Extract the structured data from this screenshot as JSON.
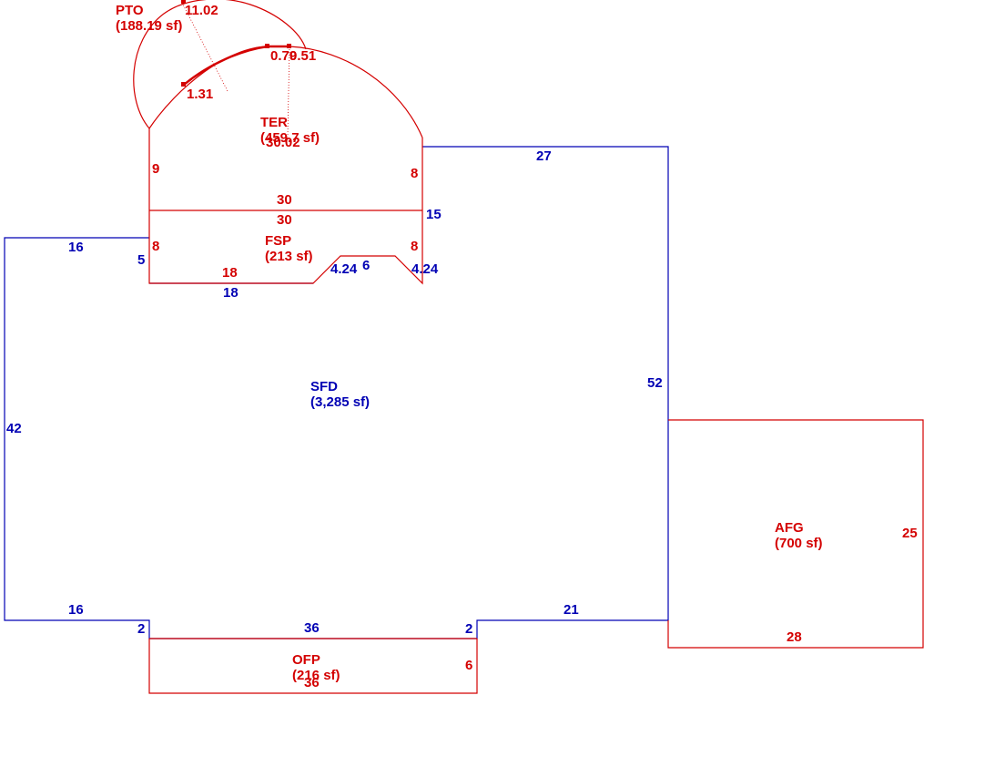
{
  "colors": {
    "red": "#d40000",
    "blue": "#0000b4"
  },
  "areas": {
    "pto": {
      "code": "PTO",
      "area": "(188.19 sf)"
    },
    "ter": {
      "code": "TER",
      "area": "(459.7 sf)"
    },
    "fsp": {
      "code": "FSP",
      "area": "(213 sf)"
    },
    "sfd": {
      "code": "SFD",
      "area": "(3,285 sf)"
    },
    "afg": {
      "code": "AFG",
      "area": "(700 sf)"
    },
    "ofp": {
      "code": "OFP",
      "area": "(216 sf)"
    }
  },
  "dimensions": {
    "pto_11_02": "11.02",
    "pto_1_31": "1.31",
    "ter_0_79": "0.79",
    "ter_0_51": "0.51",
    "ter_30_02": "30.02",
    "ter_9": "9",
    "ter_8": "8",
    "ter_30": "30",
    "fsp_30": "30",
    "fsp_8_left": "8",
    "fsp_8_right": "8",
    "fsp_18": "18",
    "fsp_4_24_left": "4.24",
    "fsp_6": "6",
    "fsp_4_24_right": "4.24",
    "sfd_16_top": "16",
    "sfd_5": "5",
    "sfd_18": "18",
    "sfd_15": "15",
    "sfd_27": "27",
    "sfd_52": "52",
    "sfd_42": "42",
    "sfd_16_bottom": "16",
    "sfd_2_left": "2",
    "sfd_36": "36",
    "sfd_2_right": "2",
    "sfd_21": "21",
    "afg_25": "25",
    "afg_28": "28",
    "ofp_6": "6",
    "ofp_36": "36"
  }
}
